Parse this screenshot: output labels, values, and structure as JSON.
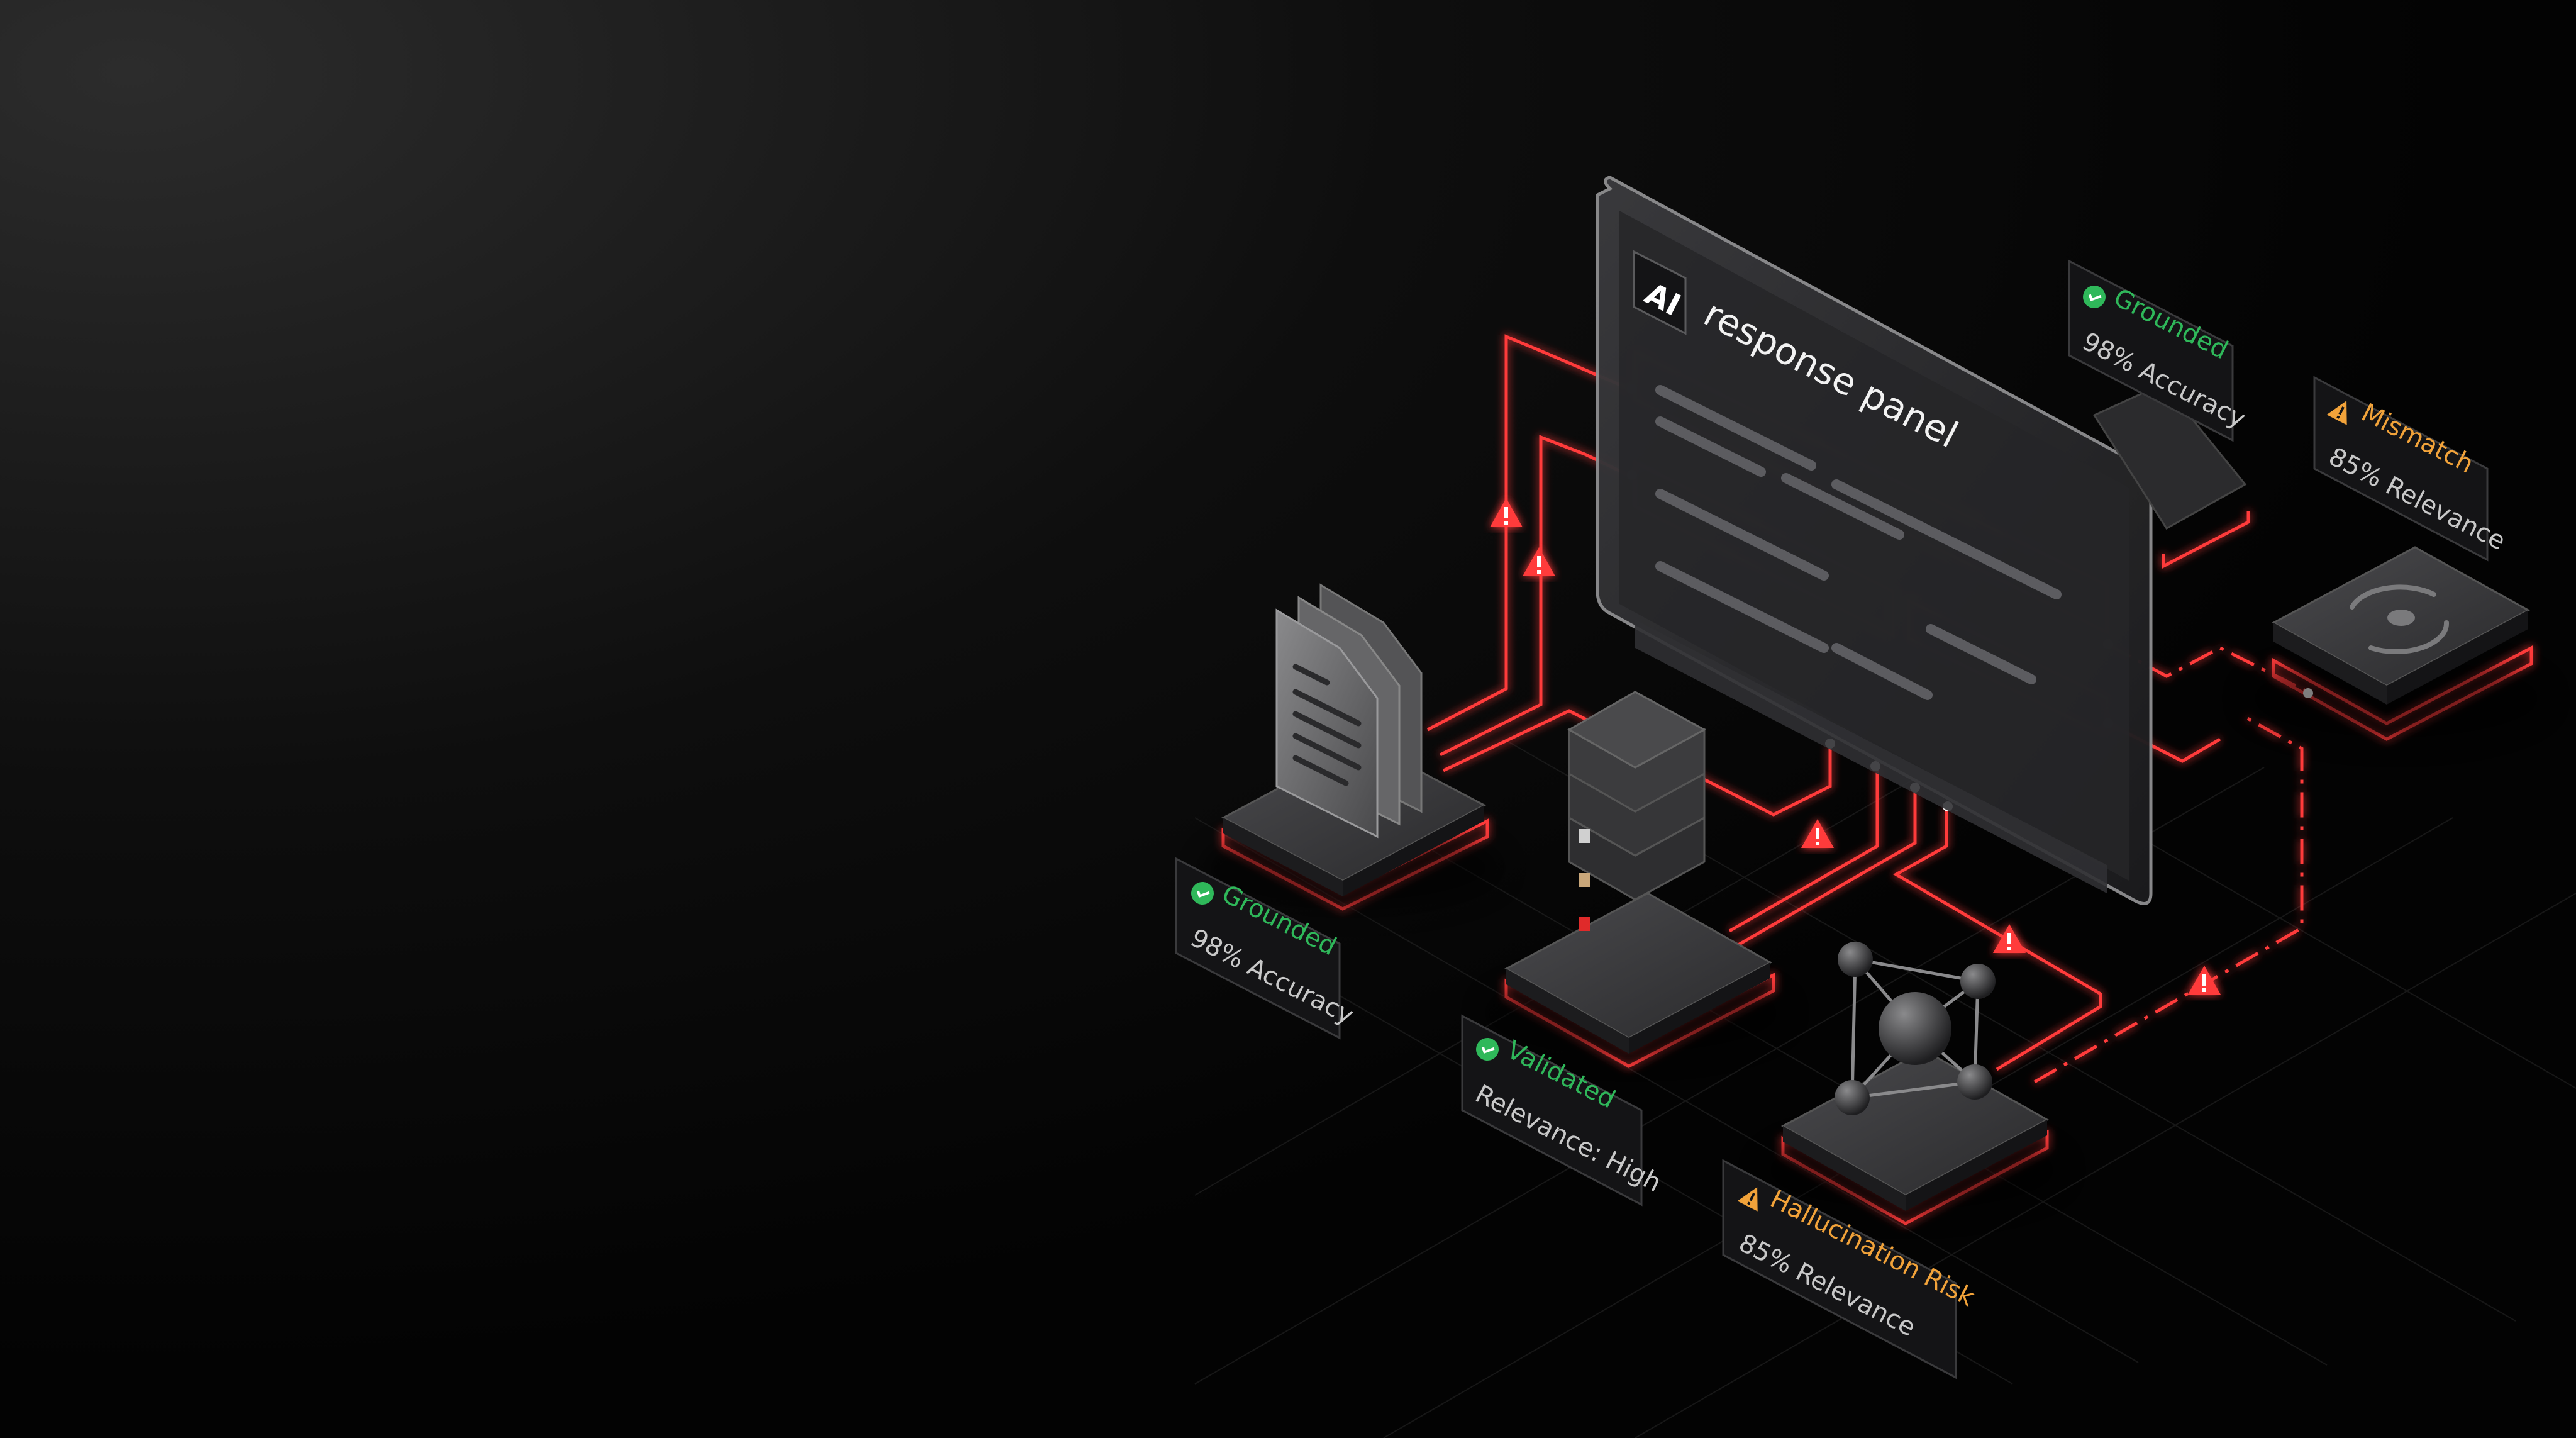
{
  "panel": {
    "badge": "AI",
    "title": "response panel"
  },
  "tags": [
    {
      "id": "documents",
      "status": "ok",
      "title": "Grounded",
      "subtitle": "98% Accuracy",
      "icon": "check-circle-icon"
    },
    {
      "id": "database",
      "status": "ok",
      "title": "Validated",
      "subtitle": "Relevance: High",
      "icon": "check-circle-icon"
    },
    {
      "id": "graph",
      "status": "warn",
      "title": "Hallucination Risk",
      "subtitle": "85% Relevance",
      "icon": "warning-triangle-icon"
    },
    {
      "id": "panel",
      "status": "ok",
      "title": "Grounded",
      "subtitle": "98% Accuracy",
      "icon": "check-circle-icon"
    },
    {
      "id": "sensor",
      "status": "warn",
      "title": "Mismatch",
      "subtitle": "85% Relevance",
      "icon": "warning-triangle-icon"
    }
  ],
  "colors": {
    "background": "#050505",
    "connector": "#ff3b3b",
    "ok": "#2fb85a",
    "warn": "#f2a33a",
    "alert": "#ff3b3b"
  }
}
